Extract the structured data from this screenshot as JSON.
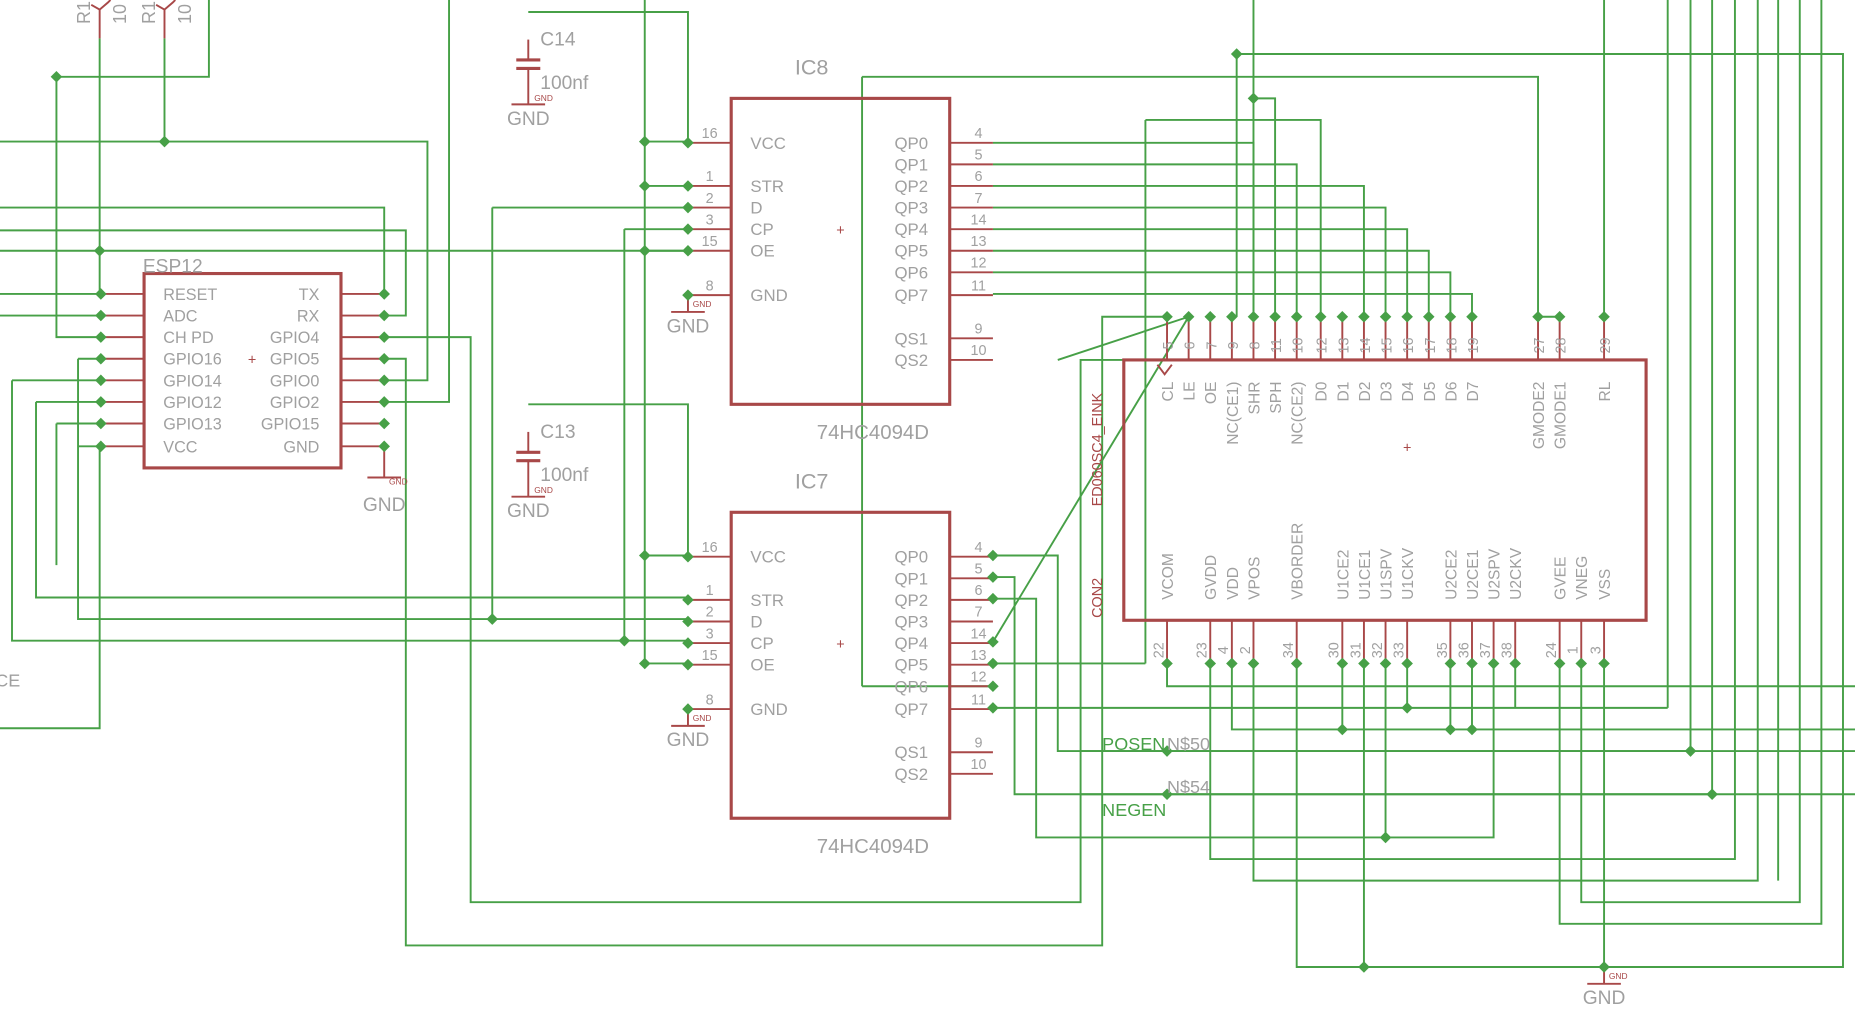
{
  "colors": {
    "wire": "#47a047",
    "component": "#a84848",
    "label": "#a0a0a0",
    "background": "#ffffff"
  },
  "resistors": [
    {
      "name": "R1",
      "value": "10"
    },
    {
      "name": "R1",
      "value": "10"
    }
  ],
  "capacitors": [
    {
      "name": "C14",
      "value": "100nf",
      "gnd_small": "GND",
      "gnd": "GND"
    },
    {
      "name": "C13",
      "value": "100nf",
      "gnd_small": "GND",
      "gnd": "GND"
    }
  ],
  "esp12": {
    "name": "ESP12",
    "left_pins": [
      "RESET",
      "ADC",
      "CH_PD",
      "GPIO16",
      "GPIO14",
      "GPIO12",
      "GPIO13",
      "VCC"
    ],
    "right_pins": [
      "TX",
      "RX",
      "GPIO4",
      "GPIO5",
      "GPIO0",
      "GPIO2",
      "GPIO15",
      "GND"
    ],
    "gnd_small": "GND",
    "gnd": "GND"
  },
  "ic8": {
    "name": "IC8",
    "part": "74HC4094D",
    "left_pins": [
      {
        "num": "16",
        "label": "VCC"
      },
      {
        "num": "1",
        "label": "STR"
      },
      {
        "num": "2",
        "label": "D"
      },
      {
        "num": "3",
        "label": "CP"
      },
      {
        "num": "15",
        "label": "OE"
      },
      {
        "num": "8",
        "label": "GND"
      }
    ],
    "right_pins": [
      {
        "num": "4",
        "label": "QP0"
      },
      {
        "num": "5",
        "label": "QP1"
      },
      {
        "num": "6",
        "label": "QP2"
      },
      {
        "num": "7",
        "label": "QP3"
      },
      {
        "num": "14",
        "label": "QP4"
      },
      {
        "num": "13",
        "label": "QP5"
      },
      {
        "num": "12",
        "label": "QP6"
      },
      {
        "num": "11",
        "label": "QP7"
      },
      {
        "num": "9",
        "label": "QS1"
      },
      {
        "num": "10",
        "label": "QS2"
      }
    ],
    "gnd_small": "GND",
    "gnd": "GND"
  },
  "ic7": {
    "name": "IC7",
    "part": "74HC4094D",
    "left_pins": [
      {
        "num": "16",
        "label": "VCC"
      },
      {
        "num": "1",
        "label": "STR"
      },
      {
        "num": "2",
        "label": "D"
      },
      {
        "num": "3",
        "label": "CP"
      },
      {
        "num": "15",
        "label": "OE"
      },
      {
        "num": "8",
        "label": "GND"
      }
    ],
    "right_pins": [
      {
        "num": "4",
        "label": "QP0"
      },
      {
        "num": "5",
        "label": "QP1"
      },
      {
        "num": "6",
        "label": "QP2"
      },
      {
        "num": "7",
        "label": "QP3"
      },
      {
        "num": "14",
        "label": "QP4"
      },
      {
        "num": "13",
        "label": "QP5"
      },
      {
        "num": "12",
        "label": "QP6"
      },
      {
        "num": "11",
        "label": "QP7"
      },
      {
        "num": "9",
        "label": "QS1"
      },
      {
        "num": "10",
        "label": "QS2"
      }
    ],
    "gnd_small": "GND",
    "gnd": "GND"
  },
  "display": {
    "name": "ED060SC4_EINK",
    "ref": "CON2",
    "top_pins": [
      {
        "num": "5",
        "label": "CL"
      },
      {
        "num": "6",
        "label": "LE"
      },
      {
        "num": "7",
        "label": "OE"
      },
      {
        "num": "9",
        "label": "NC(CE1)"
      },
      {
        "num": "8",
        "label": "SHR"
      },
      {
        "num": "11",
        "label": "SPH"
      },
      {
        "num": "10",
        "label": "NC(CE2)"
      },
      {
        "num": "12",
        "label": "D0"
      },
      {
        "num": "13",
        "label": "D1"
      },
      {
        "num": "14",
        "label": "D2"
      },
      {
        "num": "15",
        "label": "D3"
      },
      {
        "num": "16",
        "label": "D4"
      },
      {
        "num": "17",
        "label": "D5"
      },
      {
        "num": "18",
        "label": "D6"
      },
      {
        "num": "19",
        "label": "D7"
      },
      {
        "num": "27",
        "label": "GMODE2"
      },
      {
        "num": "28",
        "label": "GMODE1"
      },
      {
        "num": "29",
        "label": "RL"
      }
    ],
    "bottom_pins": [
      {
        "num": "22",
        "label": "VCOM"
      },
      {
        "num": "23",
        "label": "GVDD"
      },
      {
        "num": "4",
        "label": "VDD"
      },
      {
        "num": "2",
        "label": "VPOS"
      },
      {
        "num": "34",
        "label": "VBORDER"
      },
      {
        "num": "30",
        "label": "U1CE2"
      },
      {
        "num": "31",
        "label": "U1CE1"
      },
      {
        "num": "32",
        "label": "U1SPV"
      },
      {
        "num": "33",
        "label": "U1CKV"
      },
      {
        "num": "35",
        "label": "U2CE2"
      },
      {
        "num": "36",
        "label": "U2CE1"
      },
      {
        "num": "37",
        "label": "U2SPV"
      },
      {
        "num": "38",
        "label": "U2CKV"
      },
      {
        "num": "24",
        "label": "GVEE"
      },
      {
        "num": "1",
        "label": "VNEG"
      },
      {
        "num": "3",
        "label": "VSS"
      }
    ]
  },
  "nets": {
    "posen": "POSEN",
    "negen": "NEGEN",
    "n50": "N$50",
    "n54": "N$54",
    "left_edge_fragment": "CE"
  },
  "bottom_gnd": {
    "gnd_small": "GND",
    "gnd": "GND"
  }
}
